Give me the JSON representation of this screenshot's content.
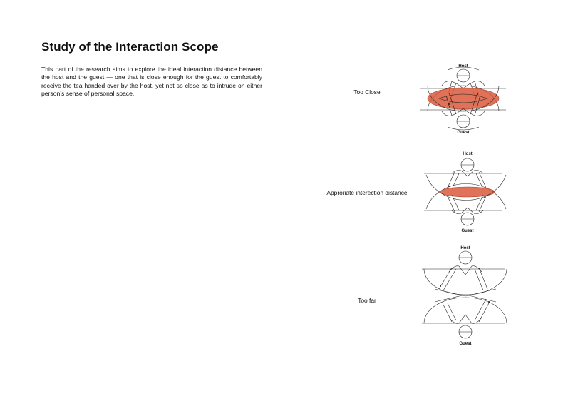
{
  "page": {
    "title": "Study of the Interaction Scope",
    "description": "This part of the research aims to explore the ideal interaction distance between the host and the guest — one that is close enough for the guest to comfortably receive the tea handed over by the host, yet not so close as to intrude on either person’s sense of personal space."
  },
  "cases": [
    {
      "label": "Too Close",
      "host_label": "Host",
      "guest_label": "Guest",
      "zone_color": "#d9593c"
    },
    {
      "label": "Approriate interection distance",
      "host_label": "Host",
      "guest_label": "Guest",
      "zone_color": "#d9593c"
    },
    {
      "label": "Too far",
      "host_label": "Host",
      "guest_label": "Guest"
    }
  ]
}
